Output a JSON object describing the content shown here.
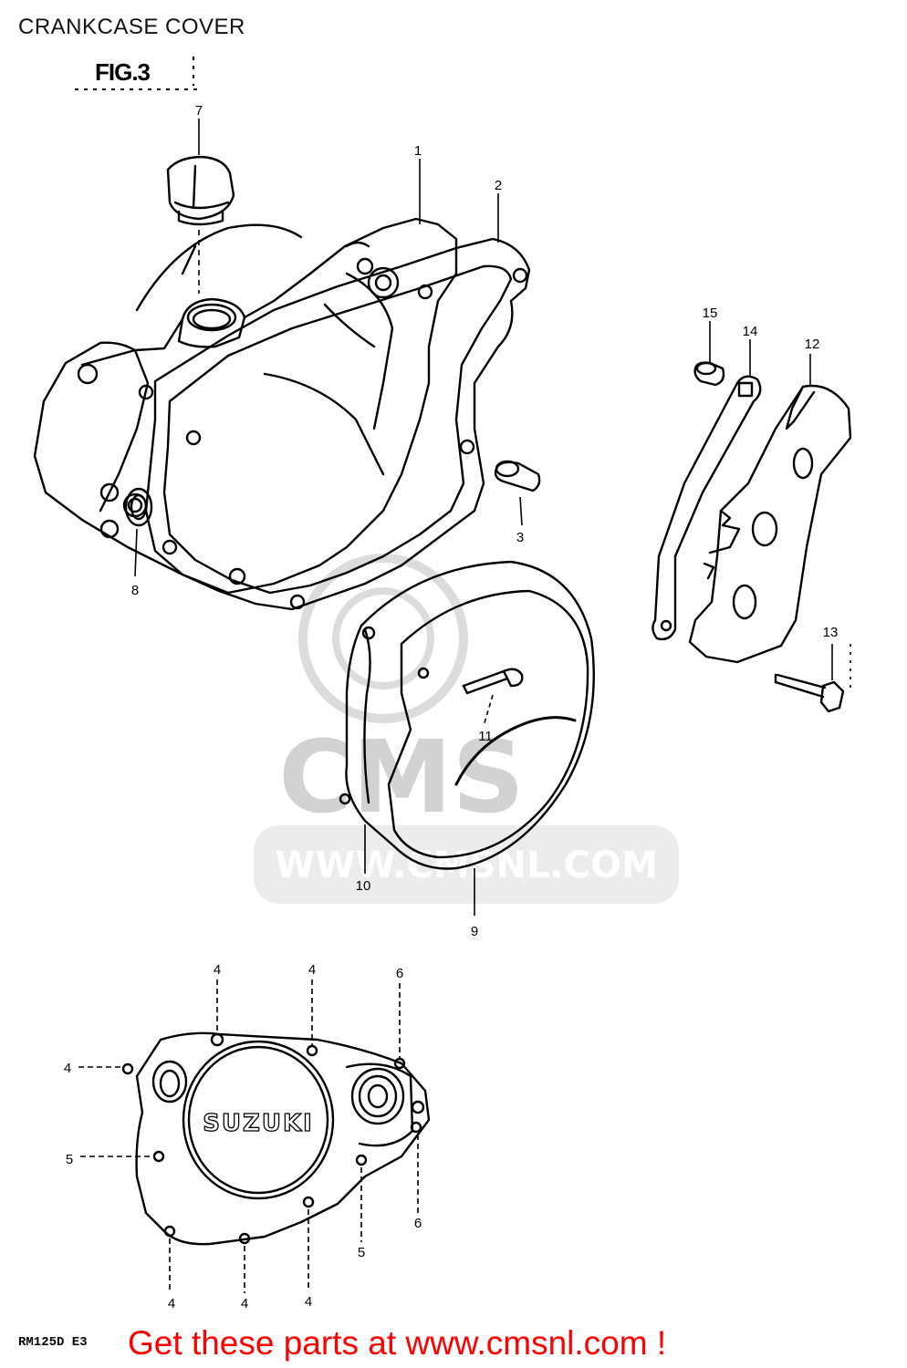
{
  "page_title": "CRANKCASE COVER",
  "figure_label": "FIG.3",
  "watermark": {
    "brand": "CMS",
    "url": "WWW.CMSNL.COM"
  },
  "cover_emblem_text": "SUZUKI",
  "callouts": {
    "p1": "1",
    "p2": "2",
    "p3": "3",
    "p7": "7",
    "p8": "8",
    "p9": "9",
    "p10": "10",
    "p11": "11",
    "p12": "12",
    "p13": "13",
    "p14": "14",
    "p15": "15",
    "b4a": "4",
    "b4b": "4",
    "b4c": "4",
    "b4d": "4",
    "b4e": "4",
    "b4f": "4",
    "b5a": "5",
    "b5b": "5",
    "b6a": "6",
    "b6b": "6"
  },
  "footer": {
    "model_code": "RM125D E3",
    "cta": "Get these parts at www.cmsnl.com !"
  }
}
